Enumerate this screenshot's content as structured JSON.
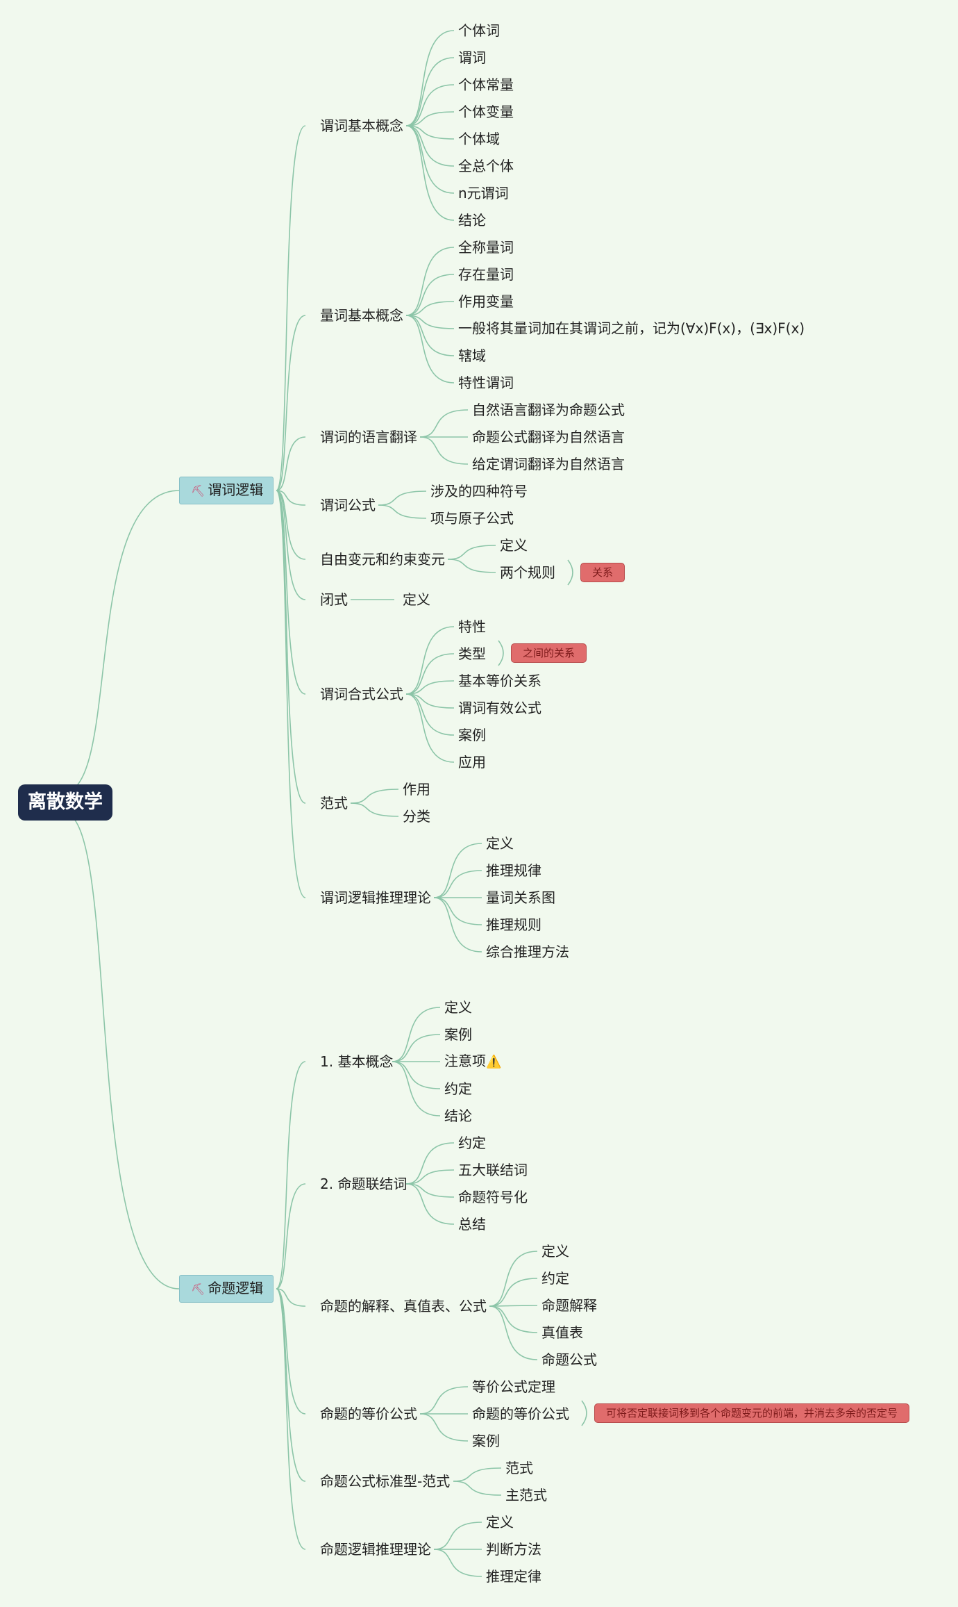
{
  "root": "离散数学",
  "predicate": {
    "title": "谓词逻辑",
    "groups": [
      {
        "label": "谓词基本概念",
        "items": [
          "个体词",
          "谓词",
          "个体常量",
          "个体变量",
          "个体域",
          "全总个体",
          "n元谓词",
          "结论"
        ]
      },
      {
        "label": "量词基本概念",
        "items": [
          "全称量词",
          "存在量词",
          "作用变量",
          "一般将其量词加在其谓词之前，记为(∀x)F(x)，(∃x)F(x)",
          "辖域",
          "特性谓词"
        ]
      },
      {
        "label": "谓词的语言翻译",
        "items": [
          "自然语言翻译为命题公式",
          "命题公式翻译为自然语言",
          "给定谓词翻译为自然语言"
        ]
      },
      {
        "label": "谓词公式",
        "items": [
          "涉及的四种符号",
          "项与原子公式"
        ]
      },
      {
        "label": "自由变元和约束变元",
        "items": [
          "定义",
          "两个规则"
        ],
        "tag": "关系"
      },
      {
        "label": "闭式",
        "items": [
          "定义"
        ]
      },
      {
        "label": "谓词合式公式",
        "items": [
          "特性",
          "类型",
          "基本等价关系",
          "谓词有效公式",
          "案例",
          "应用"
        ],
        "tag": "之间的关系"
      },
      {
        "label": "范式",
        "items": [
          "作用",
          "分类"
        ]
      },
      {
        "label": "谓词逻辑推理理论",
        "items": [
          "定义",
          "推理规律",
          "量词关系图",
          "推理规则",
          "综合推理方法"
        ]
      }
    ]
  },
  "propositional": {
    "title": "命题逻辑",
    "groups": [
      {
        "label": "1. 基本概念",
        "items": [
          "定义",
          "案例",
          "注意项",
          "约定",
          "结论"
        ]
      },
      {
        "label": "2. 命题联结词",
        "items": [
          "约定",
          "五大联结词",
          "命题符号化",
          "总结"
        ]
      },
      {
        "label": "命题的解释、真值表、公式",
        "items": [
          "定义",
          "约定",
          "命题解释",
          "真值表",
          "命题公式"
        ]
      },
      {
        "label": "命题的等价公式",
        "items": [
          "等价公式定理",
          "命题的等价公式",
          "案例"
        ],
        "tag": "可将否定联接词移到各个命题变元的前端，并消去多余的否定号"
      },
      {
        "label": "命题公式标准型-范式",
        "items": [
          "范式",
          "主范式"
        ]
      },
      {
        "label": "命题逻辑推理理论",
        "items": [
          "定义",
          "判断方法",
          "推理定律"
        ]
      }
    ]
  },
  "colors": {
    "link": "#8cc5a8",
    "background": "#f1f9ee",
    "root": "#1f2d4c",
    "main": "#a9d9dc",
    "tag": "#e06c6c"
  },
  "icons": {
    "main_icon": "pick-icon",
    "warning_icon": "warning-icon"
  }
}
